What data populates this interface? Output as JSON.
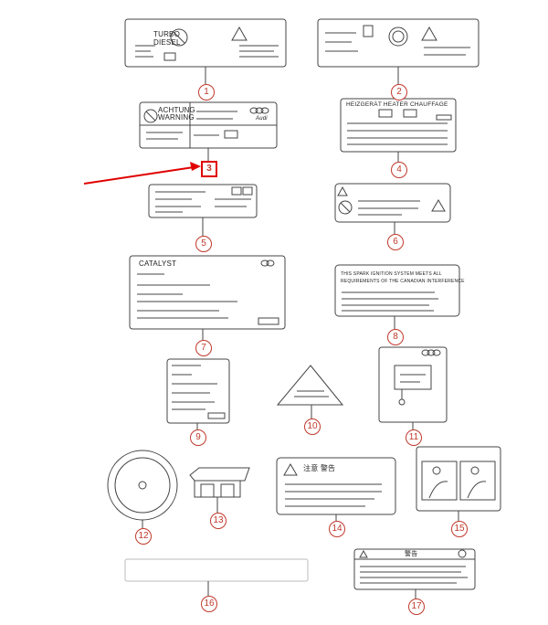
{
  "callouts": [
    "1",
    "2",
    "3",
    "4",
    "5",
    "6",
    "7",
    "8",
    "9",
    "10",
    "11",
    "12",
    "13",
    "14",
    "15",
    "16",
    "17"
  ],
  "labels": {
    "turbo": "TURBO",
    "diesel": "DIESEL",
    "achtung": "ACHTUNG",
    "warning": "WARNING",
    "heater": "HEIZGERÄT HEATER CHAUFFAGE",
    "catalyst": "CATALYST",
    "ignition_1": "THIS SPARK IGNITION SYSTEM MEETS ALL",
    "ignition_2": "REQUIREMENTS OF THE CANADIAN INTERFERENCE",
    "warning_jp_header": "警告",
    "chui_keikoku": "注意 警告",
    "audi": "Audi"
  },
  "colors": {
    "callout": "#c0392b",
    "highlight": "#e00000",
    "arrow": "#e00000",
    "line": "#444444"
  }
}
